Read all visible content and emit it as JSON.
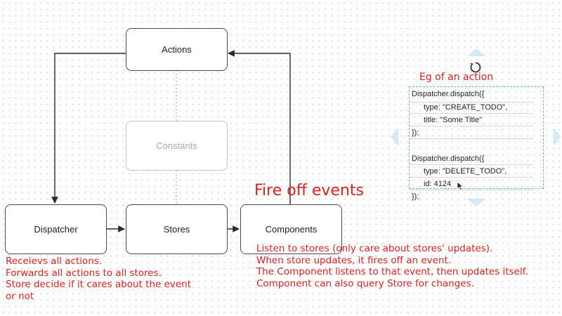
{
  "nodes": {
    "actions": "Actions",
    "constants": "Constants",
    "dispatcher": "Dispatcher",
    "stores": "Stores",
    "components": "Components"
  },
  "annotations": {
    "fire_off_events": "Fire off events",
    "dispatcher_notes": [
      "Receievs all actions.",
      "Forwards all actions to all stores.",
      "Store decide if it cares about the event",
      "or not"
    ],
    "components_notes": [
      "Listen to stores (only care about stores' updates).",
      "When store updates, it fires off an event.",
      "The Component listens to that event, then updates itself.",
      "Component can also query Store for changes."
    ]
  },
  "example": {
    "title": "Eg of an action",
    "lines": [
      "Dispatcher.dispatch({",
      "type: \"CREATE_TODO\",",
      "title: \"Some Title\"",
      "});",
      "Dispatcher.dispatch({",
      "type: \"DELETE_TODO\",",
      "id: 4124",
      "});"
    ]
  },
  "colors": {
    "annotation": "#e02020",
    "selection": "#6fb3e0",
    "node_border": "#4a4a4a"
  }
}
